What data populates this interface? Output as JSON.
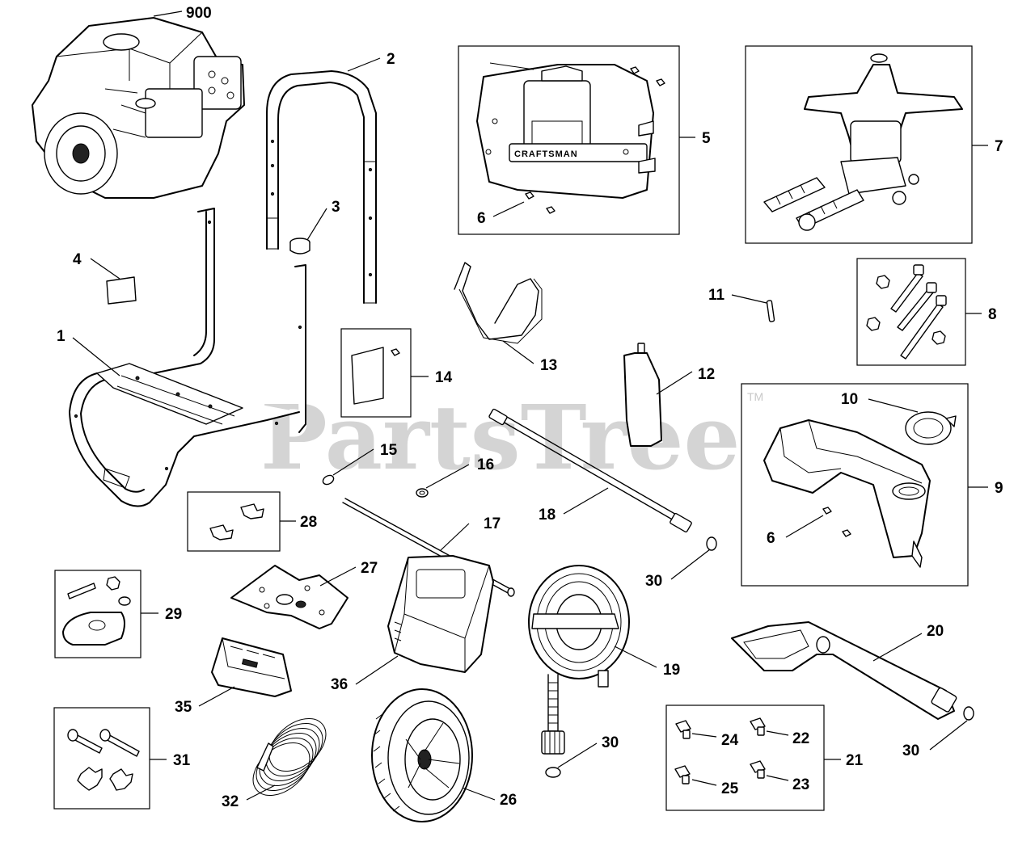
{
  "watermark": {
    "text": "PartsTree",
    "trademark": "TM"
  },
  "brand_text": "CRAFTSMAN",
  "callouts": {
    "c900": "900",
    "c1": "1",
    "c2": "2",
    "c3": "3",
    "c4": "4",
    "c5": "5",
    "c6a": "6",
    "c6b": "6",
    "c7": "7",
    "c8": "8",
    "c9": "9",
    "c10": "10",
    "c11": "11",
    "c12": "12",
    "c13": "13",
    "c14": "14",
    "c15": "15",
    "c16": "16",
    "c17": "17",
    "c18": "18",
    "c19": "19",
    "c20": "20",
    "c21": "21",
    "c22": "22",
    "c23": "23",
    "c24": "24",
    "c25": "25",
    "c26": "26",
    "c27": "27",
    "c28": "28",
    "c29": "29",
    "c30a": "30",
    "c30b": "30",
    "c30c": "30",
    "c31": "31",
    "c32": "32",
    "c35": "35",
    "c36": "36"
  }
}
